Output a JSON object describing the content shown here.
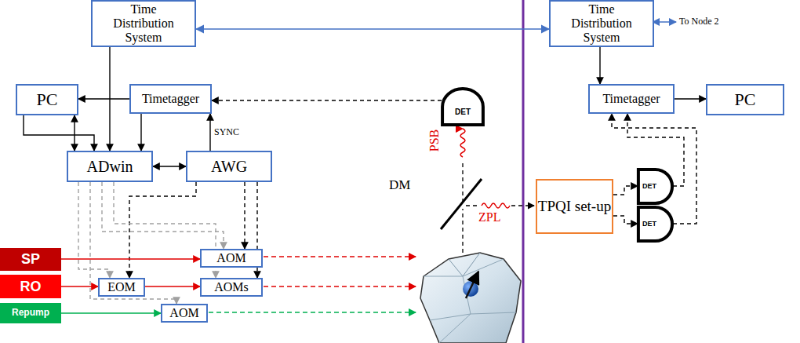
{
  "diagram": {
    "nodes": [
      {
        "text": [
          "Time Distribution System"
        ]
      },
      {
        "text": [
          "PC"
        ]
      },
      {
        "text": [
          "Timetagger"
        ]
      },
      {
        "text": [
          "ADwin"
        ]
      },
      {
        "text": [
          "AWG"
        ]
      },
      {
        "text": [
          "SP"
        ]
      },
      {
        "text": [
          "RO"
        ]
      },
      {
        "text": [
          "Repump"
        ]
      },
      {
        "text": [
          "AOM"
        ]
      },
      {
        "text": [
          "EOM"
        ]
      },
      {
        "text": [
          "AOMs"
        ]
      },
      {
        "text": [
          "AOM"
        ]
      },
      {
        "text": [
          "DET"
        ]
      },
      {
        "text": [
          "TPQI set-up"
        ]
      },
      {
        "text": [
          "DET"
        ]
      },
      {
        "text": [
          "DET"
        ]
      },
      {
        "text": [
          "Time Distribution System"
        ]
      },
      {
        "text": [
          "Timetagger"
        ]
      },
      {
        "text": [
          "PC"
        ]
      }
    ],
    "edges": [
      {
        "from": 0,
        "to": 16,
        "arrow": "both"
      },
      {
        "from": 0,
        "to": 3,
        "arrow": "to"
      },
      {
        "from": 2,
        "to": 1,
        "arrow": "to"
      },
      {
        "from": 1,
        "to": 3,
        "arrow": "both"
      },
      {
        "from": 1,
        "to": 3,
        "arrow": "to"
      },
      {
        "from": 2,
        "to": 3,
        "arrow": "to"
      },
      {
        "from": 4,
        "to": 2,
        "label": "SYNC",
        "arrow": "to"
      },
      {
        "from": 3,
        "to": 4,
        "arrow": "both"
      },
      {
        "from": 12,
        "to": 2,
        "arrow": "to"
      },
      {
        "from": 4,
        "to": 9,
        "arrow": "to"
      },
      {
        "from": 4,
        "to": 8,
        "arrow": "to"
      },
      {
        "from": 4,
        "to": 10,
        "arrow": "to"
      },
      {
        "from": 3,
        "to": 9,
        "arrow": "to"
      },
      {
        "from": 3,
        "to": 8,
        "arrow": "to"
      },
      {
        "from": 3,
        "to": 10,
        "arrow": "to"
      },
      {
        "from": 3,
        "to": 11,
        "arrow": "to"
      },
      {
        "from": 5,
        "to": 8,
        "arrow": "to"
      },
      {
        "from": 6,
        "to": 9,
        "arrow": "to"
      },
      {
        "from": 9,
        "to": 10,
        "arrow": "to"
      },
      {
        "from": 7,
        "to": 11,
        "arrow": "to"
      },
      {
        "from": 13,
        "to": 14,
        "arrow": "to"
      },
      {
        "from": 13,
        "to": 15,
        "arrow": "to"
      },
      {
        "from": 14,
        "to": 17,
        "arrow": "to"
      },
      {
        "from": 15,
        "to": 17,
        "arrow": "to"
      },
      {
        "from": 16,
        "to": 17,
        "arrow": "to"
      },
      {
        "from": 17,
        "to": 18,
        "arrow": "to"
      }
    ],
    "labels": [
      "To Node 2",
      "PSB",
      "DM",
      "ZPL"
    ]
  }
}
